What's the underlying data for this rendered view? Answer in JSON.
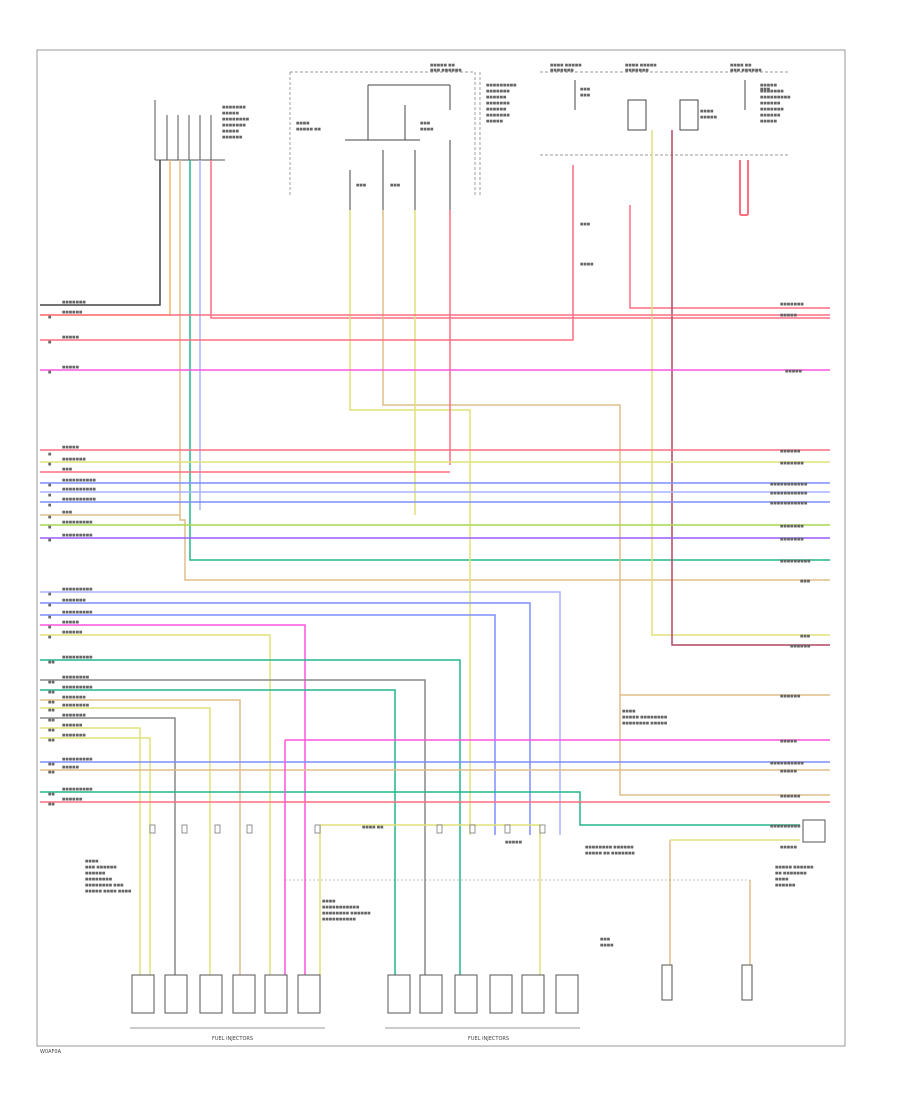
{
  "diagram": {
    "footer_code": "W0AF0A",
    "group_labels": [
      "FUEL INJECTORS",
      "FUEL INJECTORS"
    ],
    "colors": {
      "border": "#999999",
      "black": "#333333",
      "red": "#ff6f80",
      "pink": "#ff4fb0",
      "magenta": "#ff55dd",
      "yellow": "#e0e07a",
      "tan": "#e0be8a",
      "orange": "#f0b86a",
      "blue": "#7f8eff",
      "lightblue": "#a8b4ff",
      "green": "#5fc96b",
      "lime": "#a6d94a",
      "violet": "#9a5cff",
      "teal": "#22b58c",
      "gray": "#888888",
      "brown": "#b67a5a",
      "darkred": "#b34760",
      "cyan": "#8ad6e6"
    }
  }
}
